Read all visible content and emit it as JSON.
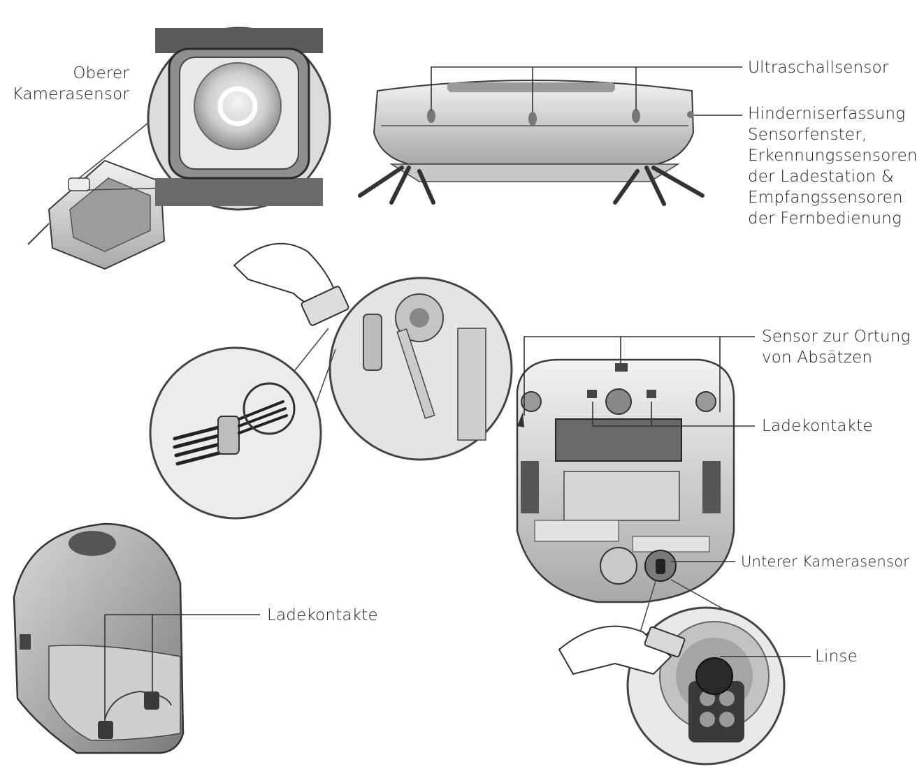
{
  "labels": {
    "top_camera_sensor": [
      "Oberer",
      "Kamerasensor"
    ],
    "ultrasonic_sensor": "Ultraschallsensor",
    "obstacle_window": [
      "Hinderniserfassung",
      "Sensorfenster,",
      "Erkennungssensoren",
      "der Ladestation &",
      "Empfangssensoren",
      "der Fernbedienung"
    ],
    "cliff_sensor": [
      "Sensor zur Ortung",
      "von Absätzen"
    ],
    "charging_contacts_robot": "Ladekontakte",
    "bottom_camera_sensor": "Unterer Kamerasensor",
    "lens": "Linse",
    "charging_contacts_station": "Ladekontakte"
  },
  "colors": {
    "line": "#333333",
    "body_light": "#e6e6e6",
    "body_mid": "#bdbdbd",
    "body_dark": "#6e6e6e",
    "outline": "#3a3a3a"
  }
}
